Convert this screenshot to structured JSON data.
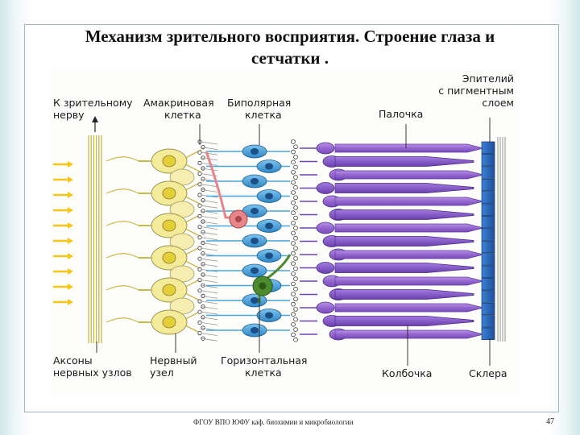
{
  "slide": {
    "title_line1": "Механизм зрительного восприятия. Строение глаза и",
    "title_line2": "сетчатки .",
    "footer": "ФГОУ ВПО ЮФУ каф. биохимии и микробиологии",
    "page_number": "47"
  },
  "figure": {
    "labels": {
      "to_nerve": [
        "К зрительному",
        "нерву"
      ],
      "amacrine": [
        "Амакриновая",
        "клетка"
      ],
      "bipolar": [
        "Биполярная",
        "клетка"
      ],
      "rod": [
        "Палочка"
      ],
      "epithelium": [
        "Эпителий",
        "с пигментным",
        "слоем"
      ],
      "axons": [
        "Аксоны",
        "нервных узлов"
      ],
      "ganglion": [
        "Нервный",
        "узел"
      ],
      "horizontal": [
        "Горизонтальная",
        "клетка"
      ],
      "cone": [
        "Колбочка"
      ],
      "sclera": [
        "Склера"
      ]
    },
    "colors": {
      "light_arrow": "#f5c518",
      "ganglion_cell": "#f3ea9a",
      "amacrine_cell": "#e8858a",
      "bipolar_cell": "#4aa6dc",
      "horizontal_cell": "#4e8a2e",
      "rod": "#9b6fd0",
      "cone": "#7a4fc0",
      "epithelium": "#2f6fc0"
    }
  }
}
